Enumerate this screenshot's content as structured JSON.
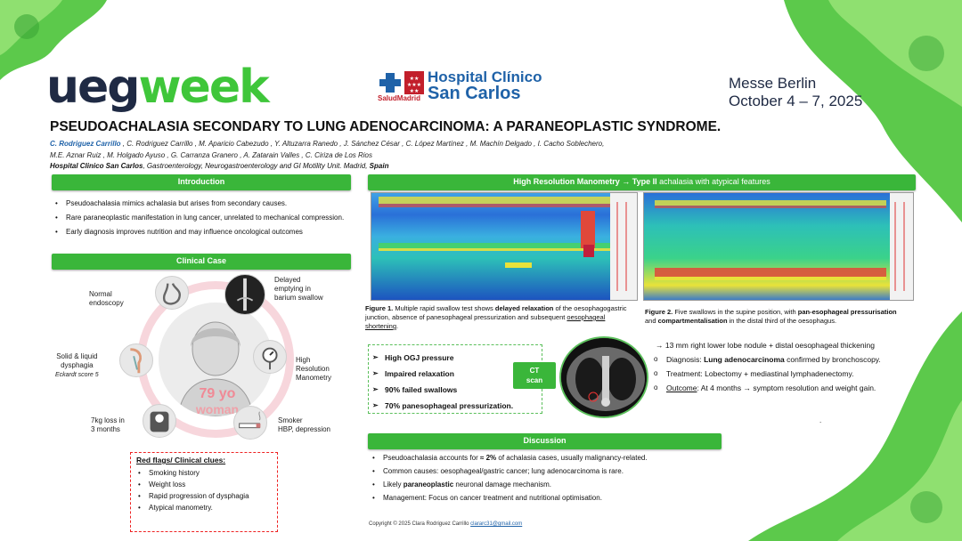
{
  "header": {
    "logo_ueg": "ueg",
    "logo_week": "week",
    "hospital_region": "SaludMadrid",
    "hospital_name_1": "Hospital Clínico",
    "hospital_name_2": "San Carlos",
    "venue_city": "Messe Berlin",
    "venue_dates": "October 4 – 7, 2025"
  },
  "title": "PSEUDOACHALASIA SECONDARY TO LUNG ADENOCARCINOMA: A PARANEOPLASTIC SYNDROME.",
  "authors": {
    "first": "C. Rodriguez Carrillo",
    "line1_rest": " , C. Rodriguez Carrillo , M. Aparicio Cabezudo , Y. Altuzarra Ranedo , J. Sánchez César , C. López Martínez , M. Machín Delgado , I. Cacho Soblechero,",
    "line2": "M.E. Aznar Ruiz , M. Holgado Ayuso , G. Carranza Granero , A. Zatarain Valles , C. Ciriza de Los Rios"
  },
  "affiliation": {
    "hospital": "Hospital Clinico San Carlos",
    "rest": ", Gastroenterology, Neurogastroenterology and GI Motility Unit. Madrid, ",
    "country": "Spain"
  },
  "introduction": {
    "heading": "Introduction",
    "items": [
      "Pseudoachalasia mimics achalasia but arises from secondary causes.",
      "Rare paraneoplastic manifestation in lung cancer, unrelated to mechanical compression.",
      "Early diagnosis improves nutrition and may influence oncological outcomes"
    ]
  },
  "clinical_case": {
    "heading": "Clinical Case",
    "age": "79 yo",
    "sex": "woman",
    "normal_endoscopy": "Normal\nendoscopy",
    "delayed_emptying": "Delayed\nemptying in\nbarium swallow",
    "hrm": "High\nResolution\nManometry",
    "smoker": "Smoker\nHBP, depression",
    "weight_loss": "7kg loss in\n3 months",
    "dysphagia": "Solid & liquid\ndysphagia",
    "eckardt": "Eckardt score 5"
  },
  "red_flags": {
    "title": "Red flags/ Clinical clues:",
    "items": [
      "Smoking history",
      "Weight loss",
      "Rapid progression of dysphagia",
      "Atypical manometry."
    ]
  },
  "hrm": {
    "heading_bold": "High Resolution Manometry → Type II",
    "heading_rest": " achalasia with atypical features",
    "fig1_label": "Figure 1.",
    "fig1_a": " Multiple rapid swallow test shows ",
    "fig1_b": "delayed relaxation",
    "fig1_c": " of the oesophagogastric junction, absence of panesophageal pressurization and subsequent ",
    "fig1_d": "oesophageal shortening",
    "fig1_e": ".",
    "fig2_label": "Figure 2.",
    "fig2_a": " Five swallows in the supine position, with ",
    "fig2_b": "pan-esophageal pressurisation",
    "fig2_c": " and ",
    "fig2_d": "compartmentalisation",
    "fig2_e": " in the distal third of the oesophagus."
  },
  "findings": [
    "High OGJ pressure",
    "Impaired relaxation",
    "90% failed swallows",
    "70% panesophageal pressurization."
  ],
  "ct_badge": "CT\nscan",
  "results": {
    "nodule": "→ 13 mm right lower lobe nodule + distal oesophageal thickening",
    "diag_a": "Diagnosis: ",
    "diag_b": "Lung adenocarcinoma",
    "diag_c": " confirmed by bronchoscopy.",
    "treatment": "Treatment: Lobectomy + mediastinal lymphadenectomy.",
    "outcome_label": "Outcome",
    "outcome_rest": ": At 4 months → symptom resolution and weight gain.",
    "trailing_dot": "."
  },
  "discussion": {
    "heading": "Discussion",
    "i1_a": "Pseudoachalasia accounts for ",
    "i1_b": "≈ 2%",
    "i1_c": " of achalasia cases, usually malignancy-related.",
    "i2": "Common causes: oesophageal/gastric cancer; lung adenocarcinoma is rare.",
    "i3_a": "Likely ",
    "i3_b": "paraneoplastic",
    "i3_c": " neuronal damage mechanism.",
    "i4": "Management: Focus on cancer treatment and nutritional optimisation."
  },
  "copyright": {
    "text": "Copyright © 2025 Clara Rodriguez Carrillo ",
    "email": "clararc31@gmail.com"
  },
  "colors": {
    "green": "#3ab63a",
    "navy": "#1f2a44",
    "blue": "#1f62a8",
    "red_flag": "#e22222"
  }
}
